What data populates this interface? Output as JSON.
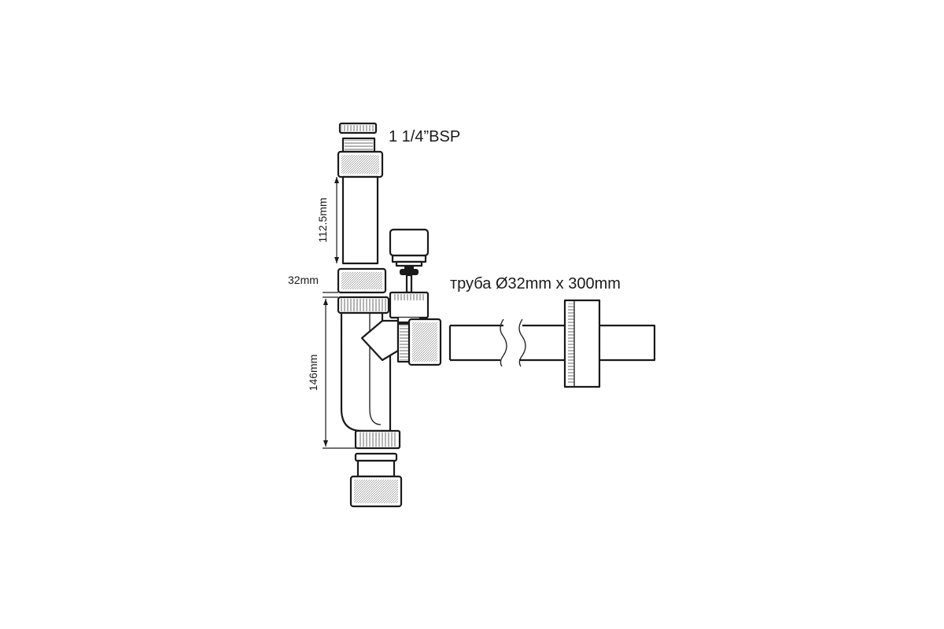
{
  "labels": {
    "thread_size": "1 1/4”BSP",
    "upper_pipe_length": "112.5mm",
    "nut_size": "32mm",
    "body_height": "146mm",
    "branch_pipe": "труба Ø32mm x 300mm"
  },
  "colors": {
    "stroke": "#1a1a1a",
    "background": "#ffffff"
  }
}
